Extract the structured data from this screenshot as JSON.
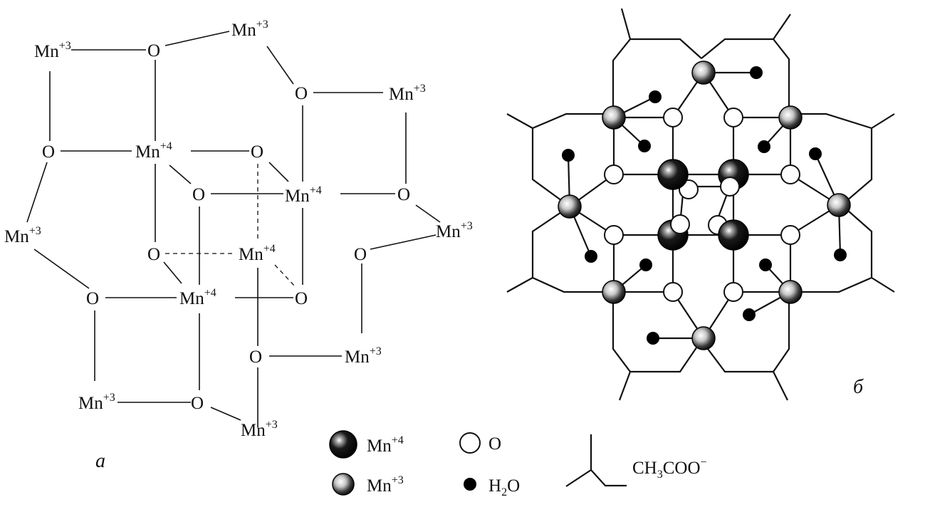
{
  "diagram": {
    "colors": {
      "ink": "#111111",
      "paper": "#ffffff"
    },
    "panel_a": {
      "caption": "a",
      "mn3": {
        "symbol": "Mn",
        "charge": "+3"
      },
      "mn4": {
        "symbol": "Mn",
        "charge": "+4"
      },
      "oxygen": "O"
    },
    "panel_b": {
      "caption": "б"
    },
    "legend": {
      "mn4": {
        "symbol": "Mn",
        "charge": "+4"
      },
      "mn3": {
        "symbol": "Mn",
        "charge": "+3"
      },
      "oxygen": "O",
      "water": {
        "h": "H",
        "sub": "2",
        "o": "O"
      },
      "acetate": {
        "pre": "CH",
        "sub": "3",
        "post": "COO",
        "sup": "−"
      }
    }
  }
}
